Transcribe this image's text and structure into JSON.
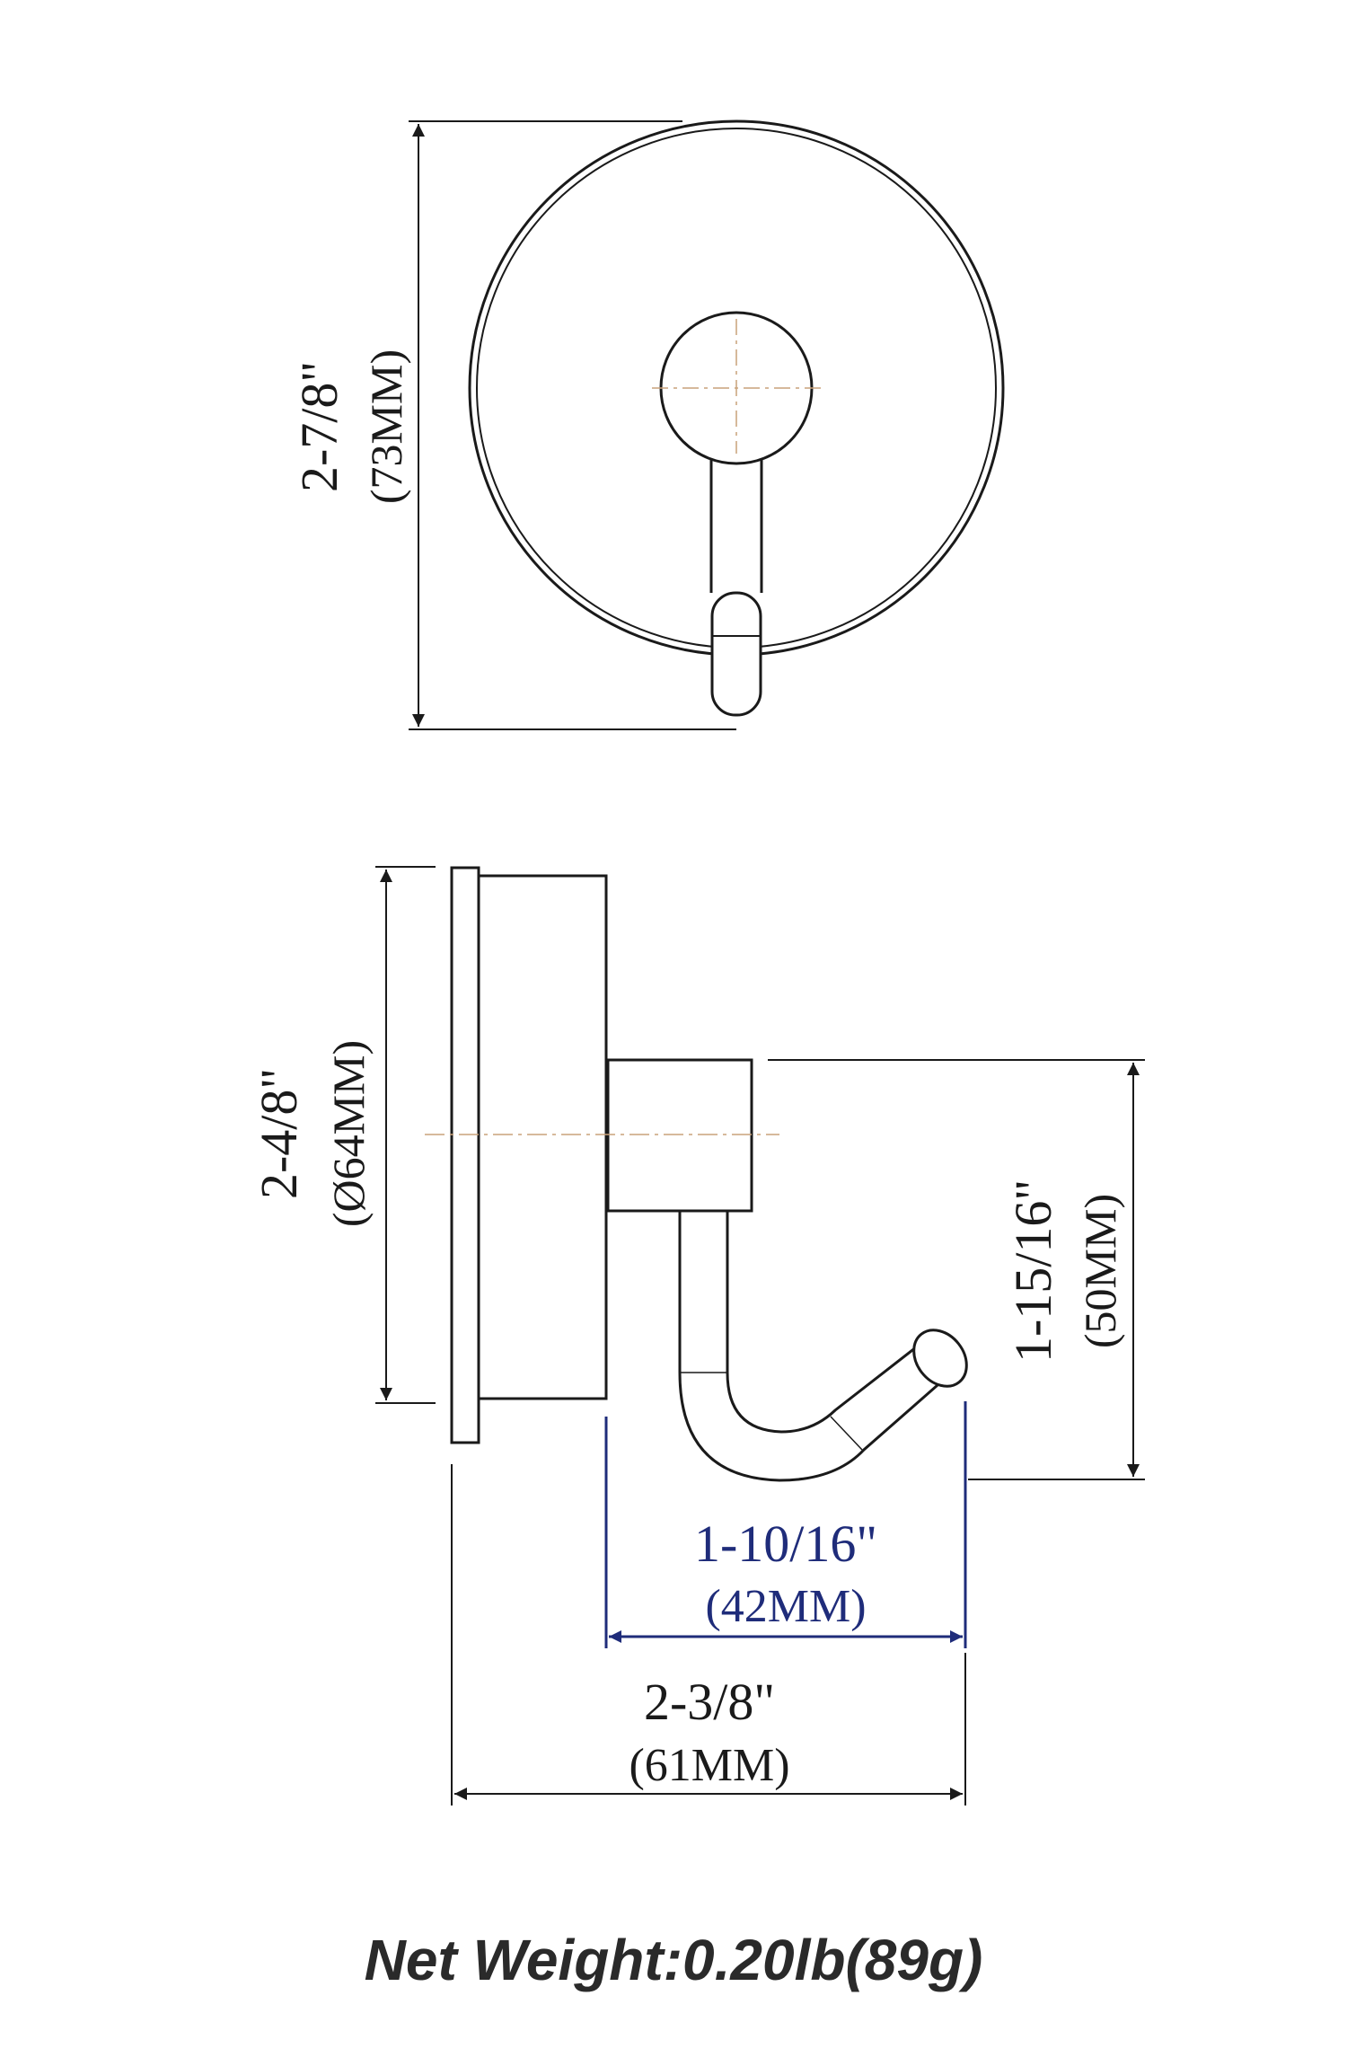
{
  "dimensions": {
    "front_height": {
      "imperial": "2-7/8\"",
      "metric": "(73MM)"
    },
    "side_diameter": {
      "imperial": "2-4/8\"",
      "metric": "(Ø64MM)"
    },
    "hook_drop": {
      "imperial": "1-15/16\"",
      "metric": "(50MM)"
    },
    "hook_reach": {
      "imperial": "1-10/16\"",
      "metric": "(42MM)"
    },
    "overall_depth": {
      "imperial": "2-3/8\"",
      "metric": "(61MM)"
    }
  },
  "footer": {
    "net_weight": "Net Weight:0.20lb(89g)"
  },
  "colors": {
    "line": "#1a1a1a",
    "blue_dimension": "#1f2c7a",
    "center_line": "#c9a27a"
  }
}
